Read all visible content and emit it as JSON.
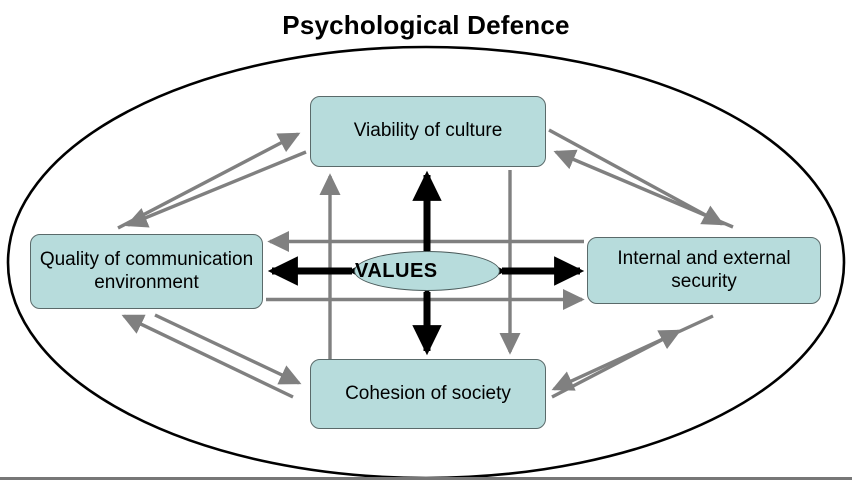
{
  "title": "Psychological Defence",
  "center": {
    "label": "VALUES",
    "shape": "ellipse",
    "fill": "#b7dcdc"
  },
  "nodes": {
    "top": {
      "label": "Viability of culture"
    },
    "left": {
      "label": "Quality of communication environment"
    },
    "right": {
      "label": "Internal and external security"
    },
    "bottom": {
      "label": "Cohesion of society"
    }
  },
  "colors": {
    "node_fill": "#b7dcdc",
    "node_border": "#5a6a6a",
    "primary_arrow": "#000000",
    "secondary_arrow": "#808080",
    "outer_boundary": "#000000",
    "footer_rule": "#777777",
    "background": "#ffffff"
  },
  "connections": {
    "primary": [
      {
        "from": "VALUES",
        "to": "Viability of culture",
        "style": "black-bold",
        "direction": "bidirectional"
      },
      {
        "from": "VALUES",
        "to": "Quality of communication environment",
        "style": "black-bold",
        "direction": "bidirectional"
      },
      {
        "from": "VALUES",
        "to": "Internal and external security",
        "style": "black-bold",
        "direction": "bidirectional"
      },
      {
        "from": "VALUES",
        "to": "Cohesion of society",
        "style": "black-bold",
        "direction": "bidirectional"
      }
    ],
    "secondary_grid": [
      {
        "from": "Cohesion of society",
        "to": "Viability of culture",
        "style": "gray",
        "direction": "up"
      },
      {
        "from": "Viability of culture",
        "to": "Cohesion of society",
        "style": "gray",
        "direction": "down"
      },
      {
        "from": "Internal and external security",
        "to": "Quality of communication environment",
        "style": "gray",
        "direction": "left"
      },
      {
        "from": "Quality of communication environment",
        "to": "Internal and external security",
        "style": "gray",
        "direction": "right"
      }
    ],
    "secondary_diagonal": [
      {
        "from": "Quality of communication environment",
        "to": "Viability of culture",
        "style": "gray",
        "direction": "up-right"
      },
      {
        "from": "Viability of culture",
        "to": "Quality of communication environment",
        "style": "gray",
        "direction": "down-left"
      },
      {
        "from": "Viability of culture",
        "to": "Internal and external security",
        "style": "gray",
        "direction": "down-right"
      },
      {
        "from": "Internal and external security",
        "to": "Viability of culture",
        "style": "gray",
        "direction": "up-left"
      },
      {
        "from": "Quality of communication environment",
        "to": "Cohesion of society",
        "style": "gray",
        "direction": "down-right"
      },
      {
        "from": "Cohesion of society",
        "to": "Quality of communication environment",
        "style": "gray",
        "direction": "up-left"
      },
      {
        "from": "Cohesion of society",
        "to": "Internal and external security",
        "style": "gray",
        "direction": "up-right"
      },
      {
        "from": "Internal and external security",
        "to": "Cohesion of society",
        "style": "gray",
        "direction": "down-left"
      }
    ]
  },
  "boundary": {
    "shape": "ellipse",
    "label": ""
  }
}
